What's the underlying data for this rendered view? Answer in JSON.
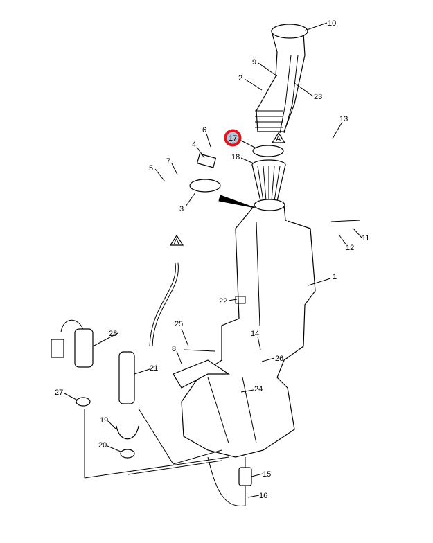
{
  "diagram": {
    "title": "Windshield washer reservoir assembly",
    "callouts": [
      "1",
      "2",
      "3",
      "4",
      "5",
      "6",
      "7",
      "8",
      "9",
      "10",
      "11",
      "12",
      "13",
      "14",
      "15",
      "16",
      "17",
      "18",
      "19",
      "20",
      "21",
      "22",
      "23",
      "24",
      "25",
      "26",
      "27",
      "28"
    ],
    "reference_marks": [
      "A",
      "A"
    ],
    "highlighted_callout": "17",
    "highlight_color": "#e0161e",
    "highlight_fill": "#b8c4d8"
  }
}
